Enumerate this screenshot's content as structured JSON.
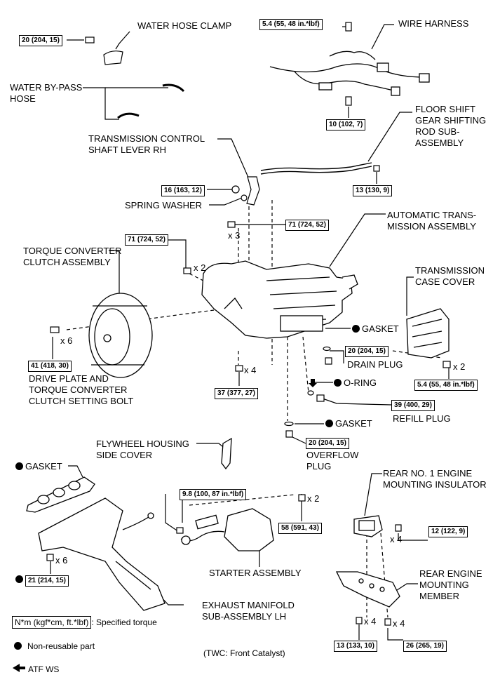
{
  "labels": {
    "water_hose_clamp": "WATER HOSE CLAMP",
    "wire_harness": "WIRE HARNESS",
    "water_bypass_hose": "WATER BY-PASS\nHOSE",
    "floor_shift": "FLOOR SHIFT\nGEAR SHIFTING\nROD SUB-\nASSEMBLY",
    "trans_control_shaft": "TRANSMISSION CONTROL\nSHAFT LEVER RH",
    "spring_washer": "SPRING WASHER",
    "automatic_transmission": "AUTOMATIC TRANS-\nMISSION ASSEMBLY",
    "torque_converter": "TORQUE CONVERTER\nCLUTCH ASSEMBLY",
    "transmission_case_cover": "TRANSMISSION\nCASE COVER",
    "gasket_drain": "GASKET",
    "drain_plug": "DRAIN PLUG",
    "drive_plate": "DRIVE PLATE AND\nTORQUE CONVERTER\nCLUTCH SETTING BOLT",
    "o_ring": "O-RING",
    "refill_plug": "REFILL PLUG",
    "gasket_overflow": "GASKET",
    "overflow_plug": "OVERFLOW\nPLUG",
    "flywheel_housing": "FLYWHEEL HOUSING\nSIDE COVER",
    "gasket_manifold": "GASKET",
    "rear_no1_insulator": "REAR NO. 1 ENGINE\nMOUNTING INSULATOR",
    "starter_assembly": "STARTER ASSEMBLY",
    "rear_engine_member": "REAR ENGINE\nMOUNTING\nMEMBER",
    "exhaust_manifold": "EXHAUST MANIFOLD\nSUB-ASSEMBLY LH"
  },
  "torques": {
    "water_hose_clamp": "20 (204, 15)",
    "wire_harness_top": "5.4 (55, 48 in.*lbf)",
    "wire_harness_bottom": "10 (102, 7)",
    "floor_shift": "13 (130, 9)",
    "spring_washer": "16 (163, 12)",
    "upper_bolts_3": "71 (724, 52)",
    "left_bolts_2": "71 (724, 52)",
    "drive_plate": "41 (418, 30)",
    "lower_bolts_4": "37 (377, 27)",
    "drain_plug": "20 (204, 15)",
    "case_cover": "5.4 (55, 48 in.*lbf)",
    "refill_plug": "39 (400, 29)",
    "overflow_plug": "20 (204, 15)",
    "starter_wire": "9.8 (100, 87 in.*lbf)",
    "starter_bolts": "58 (591, 43)",
    "exhaust_nuts": "21 (214, 15)",
    "insulator_nuts": "12 (122, 9)",
    "member_left": "13 (133, 10)",
    "member_right": "26 (265, 19)"
  },
  "multipliers": {
    "x3": "x 3",
    "x2_left": "x 2",
    "x6_drive": "x 6",
    "x4_lower": "x 4",
    "x2_cover": "x 2",
    "x2_starter": "x 2",
    "x6_exhaust": "x 6",
    "x4_insulator": "x 4",
    "x4_member_left": "x 4",
    "x4_member_right": "x 4"
  },
  "legend": {
    "torque_box": "N*m (kgf*cm, ft.*lbf)",
    "torque_desc": ": Specified torque",
    "non_reusable": "Non-reusable part",
    "atf": "ATF WS"
  },
  "note": "(TWC: Front Catalyst)"
}
